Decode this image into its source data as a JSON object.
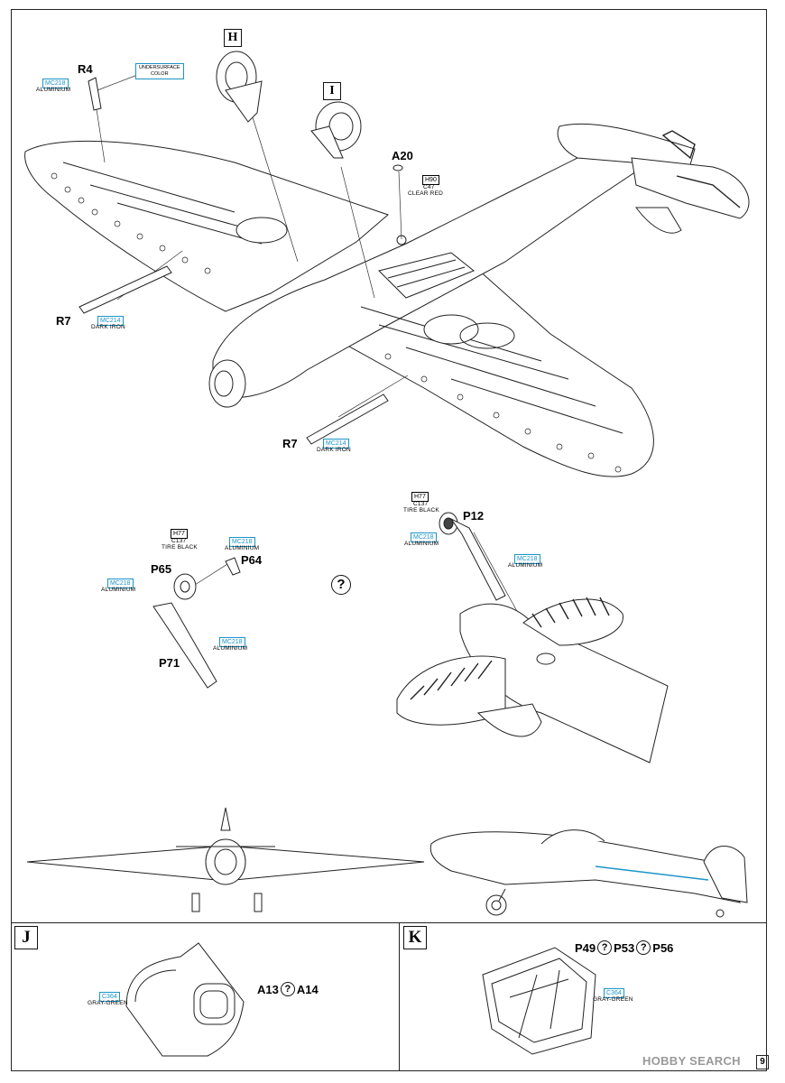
{
  "page": {
    "number": "9",
    "watermark": "HOBBY SEARCH"
  },
  "steps": {
    "H": "H",
    "I": "I",
    "J": "J",
    "K": "K"
  },
  "optional_symbol": "?",
  "parts": {
    "R4": "R4",
    "A20": "A20",
    "R7_left": "R7",
    "R7_right": "R7",
    "P12": "P12",
    "P65": "P65",
    "P64": "P64",
    "P71": "P71"
  },
  "combos": {
    "J": {
      "a": "A13",
      "b": "A14"
    },
    "K": {
      "a": "P49",
      "b": "P53",
      "c": "P56"
    }
  },
  "paints": {
    "r4": {
      "code": "MC218",
      "name": "ALUMINIUM"
    },
    "r4_callout": {
      "line1": "UNDERSURFACE",
      "line2": "COLOR"
    },
    "a20": {
      "code1": "H90",
      "code2": "C47",
      "name": "CLEAR RED"
    },
    "r7_left": {
      "code": "MC214",
      "name": "DARK IRON"
    },
    "r7_right": {
      "code": "MC214",
      "name": "DARK IRON"
    },
    "p12_tire": {
      "code1": "H77",
      "code2": "C137",
      "name": "TIRE BLACK"
    },
    "p12_hub": {
      "code": "MC218",
      "name": "ALUMINIUM"
    },
    "p12_leg": {
      "code": "MC218",
      "name": "ALUMINIUM"
    },
    "p65_tire": {
      "code1": "H77",
      "code2": "C137",
      "name": "TIRE BLACK"
    },
    "p64": {
      "code": "MC218",
      "name": "ALUMINIUM"
    },
    "p65_hub": {
      "code": "MC218",
      "name": "ALUMINIUM"
    },
    "p71": {
      "code": "MC218",
      "name": "ALUMINIUM"
    },
    "j_interior": {
      "code": "C364",
      "name": "GRAY-GREEN"
    },
    "k_interior": {
      "code": "C364",
      "name": "GRAY-GREEN"
    }
  },
  "colors": {
    "gunze_blue": "#1a95c8",
    "line": "#222222"
  }
}
